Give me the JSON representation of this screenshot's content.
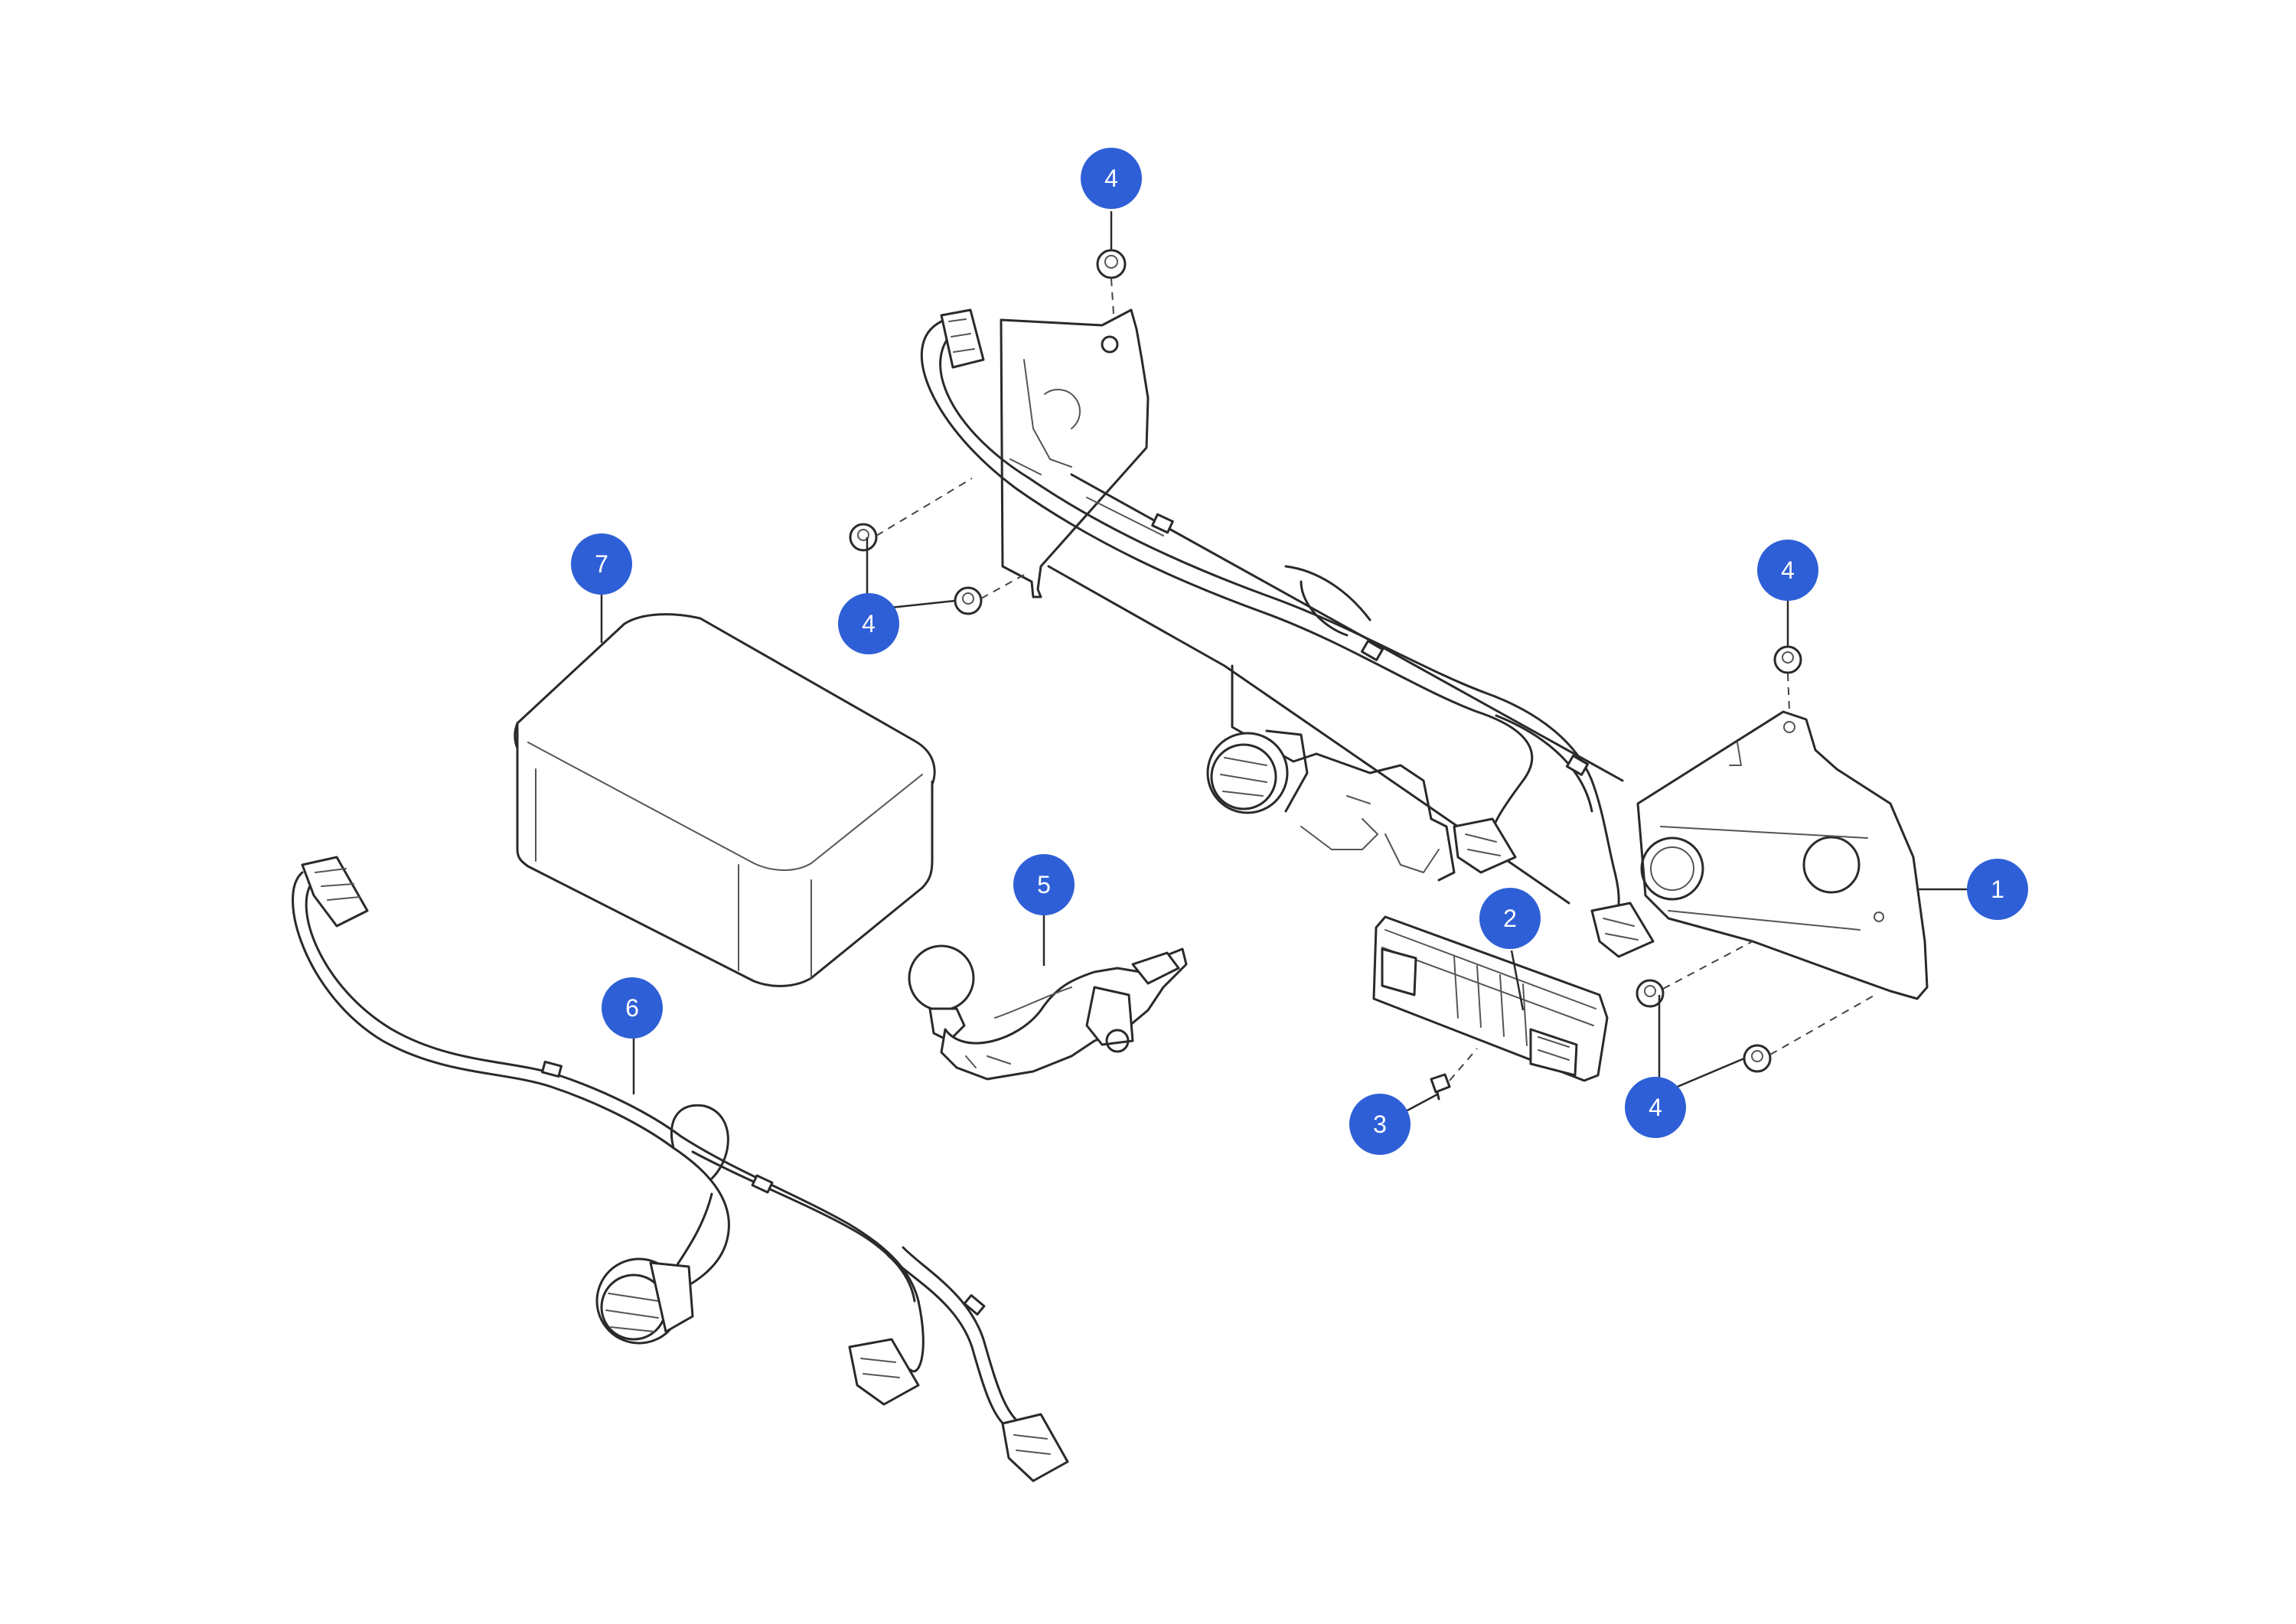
{
  "diagram": {
    "callout_color": "#2e5fd6",
    "callouts": [
      {
        "id": "c-top",
        "label": "4"
      },
      {
        "id": "c-left-nut",
        "label": "4"
      },
      {
        "id": "c-right-top",
        "label": "4"
      },
      {
        "id": "c-right-bottom",
        "label": "4"
      },
      {
        "id": "c-towbar",
        "label": "1"
      },
      {
        "id": "c-module",
        "label": "2"
      },
      {
        "id": "c-screw",
        "label": "3"
      },
      {
        "id": "c-ball",
        "label": "5"
      },
      {
        "id": "c-harness",
        "label": "6"
      },
      {
        "id": "c-box",
        "label": "7"
      }
    ]
  }
}
